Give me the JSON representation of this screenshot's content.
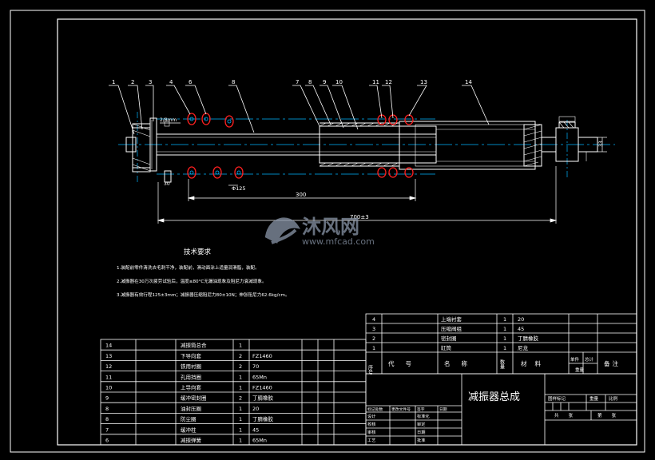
{
  "colors": {
    "background": "#000000",
    "frame": "#ffffff",
    "drawing": "#ffffff",
    "centerline": "#00b4ff",
    "spring": "#ff2020",
    "watermark": "#8a96a8"
  },
  "callouts": [
    "1",
    "2",
    "3",
    "4",
    "6",
    "8",
    "7",
    "8",
    "9",
    "10",
    "11",
    "12",
    "13",
    "14"
  ],
  "dimensions": {
    "top_left": "2/8mm",
    "diameter": "Φ125",
    "length_a": "300",
    "length_b": "700±3",
    "right": "33",
    "small_left": "30"
  },
  "watermark": {
    "brand": "沐风网",
    "url": "www.mfcad.com"
  },
  "notes": {
    "title": "技术要求",
    "lines": [
      "1.装配前零件清洗去毛刺干净，装配前，滑动面涂上适量润滑脂，装配。",
      "2.减振器在30万次疲劳试验后，温度≤80°C无漏油现象及阻尼力衰减现象。",
      "3.减振器有效行程125±3mm；减振器压缩阻尼力80±10N；伸张阻尼力62.6kg/cm。"
    ]
  },
  "upper_table": {
    "rows": [
      {
        "no": "4",
        "name": "上端衬套",
        "qty": "1",
        "mat": "20"
      },
      {
        "no": "3",
        "name": "压缩阀组",
        "qty": "1",
        "mat": "45"
      },
      {
        "no": "2",
        "name": "密封圈",
        "qty": "1",
        "mat": "丁腈橡胶"
      },
      {
        "no": "1",
        "name": "缸筒",
        "qty": "1",
        "mat": "尼龙"
      }
    ],
    "header": {
      "no": "序号",
      "code": "代号",
      "name": "名称",
      "qty": "数量",
      "mat": "材料",
      "unit_w": "单件",
      "total_w": "总计",
      "weight": "重量",
      "remark": "备注"
    }
  },
  "lower_table": {
    "rows": [
      {
        "no": "14",
        "name": "减振筒总合",
        "qty": "1",
        "mat": ""
      },
      {
        "no": "13",
        "name": "下导向套",
        "qty": "2",
        "mat": "FZ1460"
      },
      {
        "no": "12",
        "name": "铁用衬圈",
        "qty": "2",
        "mat": "70"
      },
      {
        "no": "11",
        "name": "孔用挡圈",
        "qty": "1",
        "mat": "65Mn"
      },
      {
        "no": "10",
        "name": "上导向套",
        "qty": "1",
        "mat": "FZ1460"
      },
      {
        "no": "9",
        "name": "缓冲密封圈",
        "qty": "2",
        "mat": "丁腈橡胶"
      },
      {
        "no": "8",
        "name": "油封压圈",
        "qty": "1",
        "mat": "20"
      },
      {
        "no": "8",
        "name": "防尘圈",
        "qty": "1",
        "mat": "丁腈橡胶"
      },
      {
        "no": "7",
        "name": "缓冲柱",
        "qty": "1",
        "mat": "45"
      },
      {
        "no": "6",
        "name": "减振弹簧",
        "qty": "1",
        "mat": "65Mn"
      }
    ]
  },
  "title_block": {
    "title": "减振器总成",
    "left_header": [
      "标记处数",
      "更改文件号",
      "签字",
      "日期"
    ],
    "left_rows": [
      [
        "设计",
        "",
        "标准化",
        ""
      ],
      [
        "校核",
        "",
        "审定",
        ""
      ],
      [
        "审核",
        "",
        "日期",
        ""
      ],
      [
        "工艺",
        "",
        "批准",
        ""
      ]
    ],
    "stage": "图样标记",
    "weight": "重量",
    "scale": "比例",
    "sheets_total": "共张",
    "sheet_no": "第张"
  }
}
